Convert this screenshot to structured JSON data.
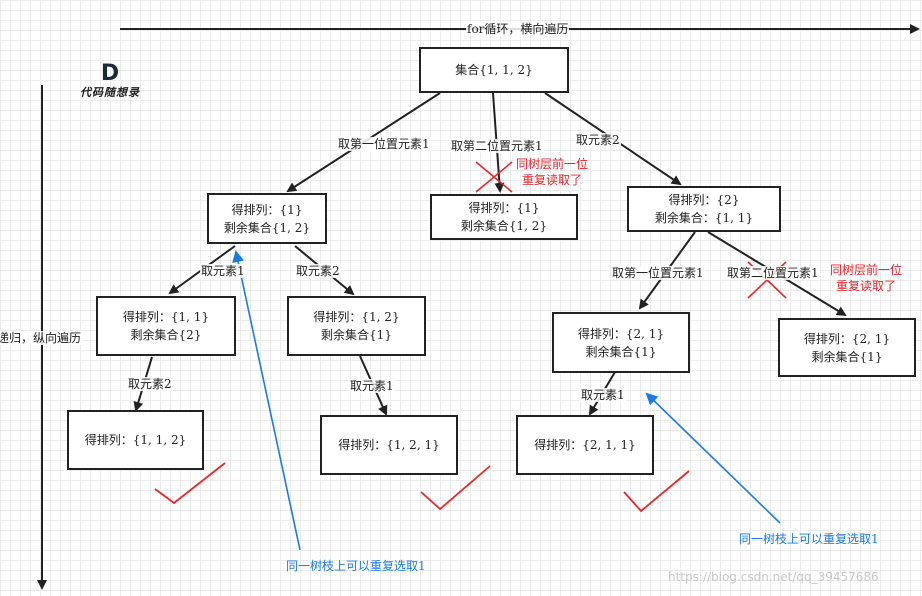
{
  "header": {
    "horizontal_axis_label": "for循环，横向遍历",
    "vertical_axis_label": "递归，纵向遍历"
  },
  "logo": {
    "mark": "D",
    "text": "代码随想录"
  },
  "nodes": {
    "root": {
      "line1": "集合{1, 1, 2}"
    },
    "n_left": {
      "line1": "得排列：{1}",
      "line2": "剩余集合{1, 2}"
    },
    "n_mid": {
      "line1": "得排列：{1}",
      "line2": "剩余集合{1, 2}"
    },
    "n_right": {
      "line1": "得排列：{2}",
      "line2": "剩余集合：{1, 1}"
    },
    "n_ll": {
      "line1": "得排列：{1, 1}",
      "line2": "剩余集合{2}"
    },
    "n_lr": {
      "line1": "得排列：{1, 2}",
      "line2": "剩余集合{1}"
    },
    "n_rl": {
      "line1": "得排列：{2, 1}",
      "line2": "剩余集合{1}"
    },
    "n_rr": {
      "line1": "得排列：{2, 1}",
      "line2": "剩余集合{1}"
    },
    "leaf1": {
      "line1": "得排列：{1, 1, 2}"
    },
    "leaf2": {
      "line1": "得排列：{1, 2, 1}"
    },
    "leaf3": {
      "line1": "得排列：{2, 1, 1}"
    }
  },
  "edges": {
    "root_left": "取第一位置元素1",
    "root_mid": "取第二位置元素1",
    "root_right": "取元素2",
    "left_ll": "取元素1",
    "left_lr": "取元素2",
    "right_rl": "取第一位置元素1",
    "right_rr": "取第二位置元素1",
    "ll_leaf": "取元素2",
    "lr_leaf": "取元素1",
    "rl_leaf": "取元素1"
  },
  "annotations": {
    "same_level_repeat_1": {
      "line1": "同树层前一位",
      "line2": "重复读取了"
    },
    "same_level_repeat_2": {
      "line1": "同树层前一位",
      "line2": "重复读取了"
    },
    "same_branch_reuse_left": "同一树枝上可以重复选取1",
    "same_branch_reuse_right": "同一树枝上可以重复选取1"
  },
  "watermark": "https://blog.csdn.net/qq_39457686",
  "colors": {
    "line": "#222222",
    "prune": "#e8262a",
    "valid_check": "#e8262a",
    "note_arrow": "#1a7be6"
  }
}
